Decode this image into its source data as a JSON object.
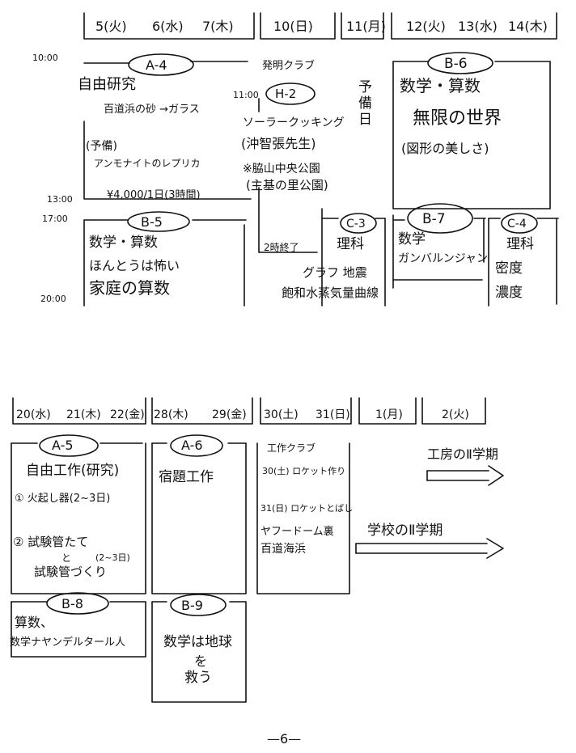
{
  "top": {
    "days": [
      "5(火)",
      "6(水)",
      "7(木)",
      "10(日)",
      "11(月)",
      "12(火)",
      "13(水)",
      "14(木)"
    ],
    "times": [
      "10:00",
      "11:00",
      "13:00",
      "17:00",
      "20:00"
    ],
    "a4": {
      "id": "A-4",
      "title": "自由研究",
      "line1": "百道浜の砂 →ガラス",
      "line2": "(予備)",
      "line3": "アンモナイトのレプリカ",
      "fee": "¥4,000/1日(3時間)"
    },
    "b5": {
      "id": "B-5",
      "line1": "数学・算数",
      "line2": "ほんとうは怖い",
      "line3": "家庭の算数"
    },
    "h2": {
      "club": "発明クラブ",
      "id": "H-2",
      "line1": "ソーラークッキング",
      "line2": "(沖智張先生)",
      "line3": "※脇山中央公園",
      "line4": "(主基の里公園)",
      "end": "2時終了"
    },
    "reserve": "予備日",
    "b6": {
      "id": "B-6",
      "line1": "数学・算数",
      "line2": "無限の世界",
      "line3": "(図形の美しさ)"
    },
    "c3": {
      "id": "C-3",
      "line1": "理科"
    },
    "b7": {
      "id": "B-7",
      "line1": "数学",
      "line2": "ガンバルンジャン"
    },
    "c4": {
      "id": "C-4",
      "line1": "理科",
      "line2": "密度",
      "line3": "濃度"
    },
    "graph": {
      "line1": "グラフ 地震",
      "line2": "飽和水蒸気量曲線"
    }
  },
  "bottom": {
    "days": [
      "20(水)",
      "21(木)",
      "22(金)",
      "28(木)",
      "29(金)",
      "30(土)",
      "31(日)",
      "1(月)",
      "2(火)"
    ],
    "a5": {
      "id": "A-5",
      "title": "自由工作(研究)",
      "item1": "① 火起し器(2~3日)",
      "item2a": "② 試験管たて",
      "item2b": "と",
      "item2c": "(2~3日)",
      "item2d": "試験管づくり"
    },
    "a6": {
      "id": "A-6",
      "line1": "宿題工作"
    },
    "kousaku": {
      "club": "工作クラブ",
      "line1": "30(土) ロケット作り",
      "line2": "31(日) ロケットとばし",
      "line3": "ヤフードーム裏",
      "line4": "百道海浜"
    },
    "koubou": "工房のⅡ学期",
    "school": "学校のⅡ学期",
    "b8": {
      "id": "B-8",
      "line1": "算数、",
      "line2": "数学ナヤンデルタール人"
    },
    "b9": {
      "id": "B-9",
      "line1": "数学は地球",
      "line2": "を",
      "line3": "救う"
    }
  },
  "page_number": "—6—"
}
